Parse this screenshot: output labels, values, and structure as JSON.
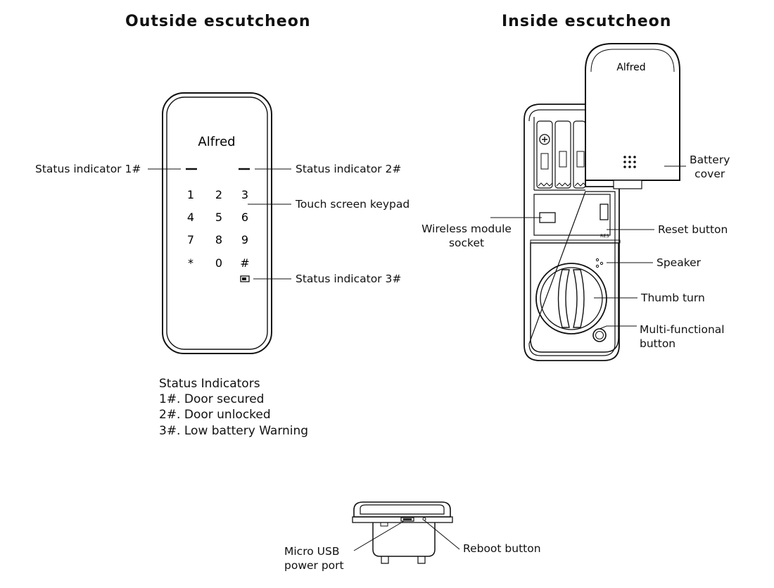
{
  "titles": {
    "outside": "Outside escutcheon",
    "inside": "Inside escutcheon"
  },
  "brand": "Alfred",
  "keypad": [
    "1",
    "2",
    "3",
    "4",
    "5",
    "6",
    "7",
    "8",
    "9",
    "*",
    "0",
    "#"
  ],
  "labels": {
    "status1": "Status indicator 1#",
    "status2": "Status indicator 2#",
    "touch_keypad": "Touch screen keypad",
    "status3": "Status indicator 3#",
    "battery_cover": [
      "Battery",
      "cover"
    ],
    "wireless": [
      "Wireless module",
      "socket"
    ],
    "reset": "Reset button",
    "speaker": "Speaker",
    "thumb_turn": "Thumb turn",
    "multi": [
      "Multi-functional",
      "button"
    ],
    "micro_usb": [
      "Micro USB",
      "power port"
    ],
    "reboot": "Reboot button",
    "res_marking": "RES"
  },
  "status_notes": {
    "heading": "Status Indicators",
    "items": [
      "1#. Door secured",
      "2#. Door unlocked",
      "3#. Low battery Warning"
    ]
  }
}
